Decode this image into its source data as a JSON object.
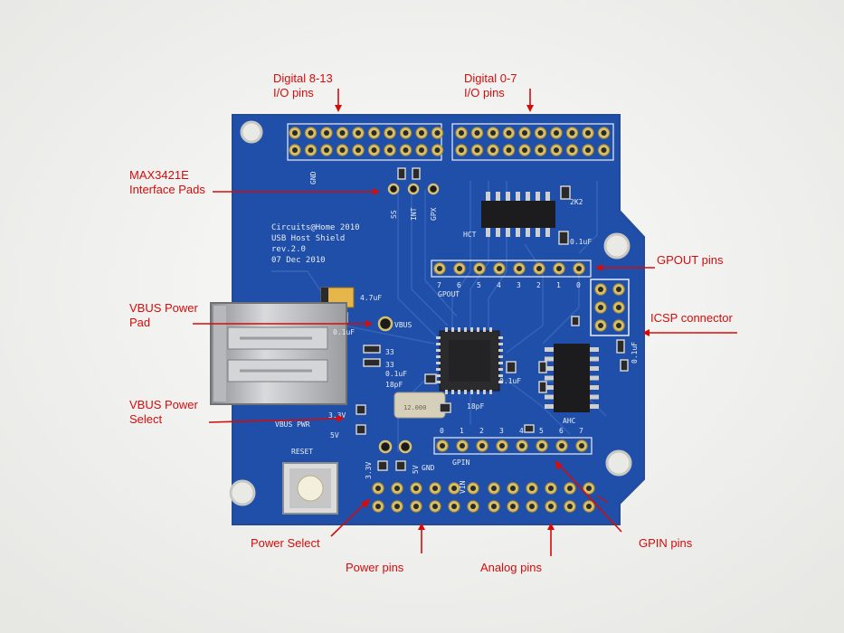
{
  "colors": {
    "annotation": "#d40c0c",
    "pcb": "#1f4fa8",
    "silkscreen": "#e8edf6",
    "background": "#f3f3f1"
  },
  "annotations": {
    "digital_8_13": [
      "Digital 8-13",
      "I/O pins"
    ],
    "digital_0_7": [
      "Digital 0-7",
      "I/O pins"
    ],
    "max3421e": [
      "MAX3421E",
      "Interface Pads"
    ],
    "gpout_pins": "GPOUT pins",
    "icsp": "ICSP connector",
    "vbus_pad": [
      "VBUS Power",
      "Pad"
    ],
    "vbus_select": [
      "VBUS Power",
      "Select"
    ],
    "power_select": "Power Select",
    "power_pins": "Power pins",
    "analog_pins": "Analog pins",
    "gpin_pins": "GPIN pins"
  },
  "silkscreen": {
    "board_text": [
      "Circuits@Home 2010",
      "USB Host Shield",
      "rev.2.0",
      "07 Dec 2010"
    ],
    "gnd": "GND",
    "ss": "SS",
    "int": "INT",
    "gpx": "GPX",
    "r_2k2": "2K2",
    "hct": "HCT",
    "c_0_1uf": "0.1uF",
    "c_4_7uf": "4.7uF",
    "vbus": "VBUS",
    "r_33": "33",
    "c_18pf": "18pF",
    "crystal": "12.000",
    "gpout": "GPOUT",
    "gpin": "GPIN",
    "ahc": "AHC",
    "v33": "3.3V",
    "v5": "5V",
    "vbus_pwr": "VBUS PWR",
    "reset": "RESET",
    "vin": "VIN",
    "gpout_numbers": [
      "7",
      "6",
      "5",
      "4",
      "3",
      "2",
      "1",
      "0"
    ],
    "gpin_numbers": [
      "0",
      "1",
      "2",
      "3",
      "4",
      "5",
      "6",
      "7"
    ]
  }
}
